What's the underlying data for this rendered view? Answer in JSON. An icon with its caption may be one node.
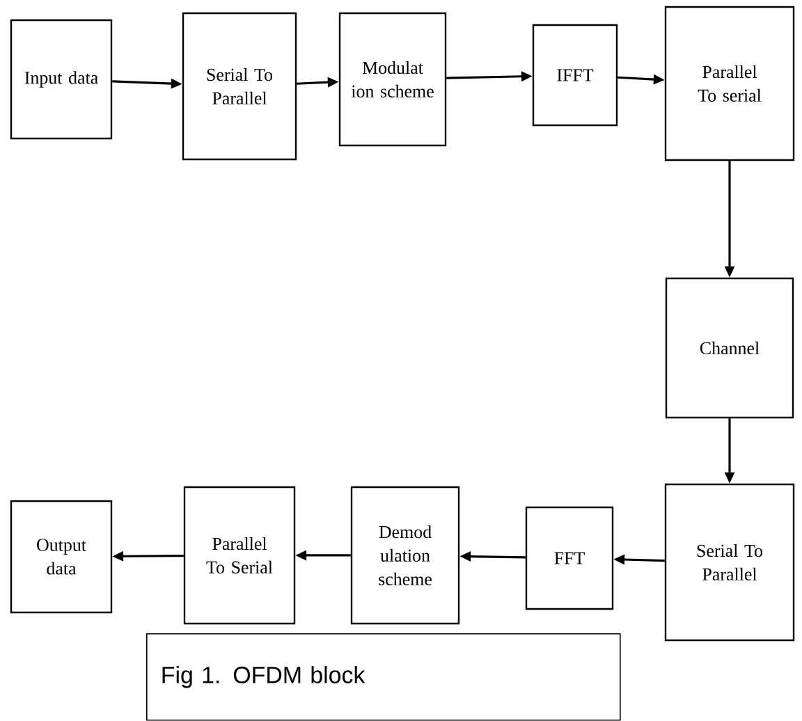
{
  "diagram": {
    "caption": "Fig 1. OFDM block",
    "nodes": [
      {
        "text": [
          "Input data"
        ]
      },
      {
        "text": [
          "Serial To Parallel"
        ]
      },
      {
        "text": [
          "Modulat ion scheme"
        ]
      },
      {
        "text": [
          "IFFT"
        ]
      },
      {
        "text": [
          "Parallel To serial"
        ]
      },
      {
        "text": [
          "Channel"
        ]
      },
      {
        "text": [
          "Serial To Parallel"
        ]
      },
      {
        "text": [
          "FFT"
        ]
      },
      {
        "text": [
          "Demod ulation scheme"
        ]
      },
      {
        "text": [
          "Parallel To Serial"
        ]
      },
      {
        "text": [
          "Output data"
        ]
      }
    ],
    "edges": [
      {
        "from": 0,
        "to": 1,
        "arrow": "to"
      },
      {
        "from": 1,
        "to": 2,
        "arrow": "to"
      },
      {
        "from": 2,
        "to": 3,
        "arrow": "to"
      },
      {
        "from": 3,
        "to": 4,
        "arrow": "to"
      },
      {
        "from": 4,
        "to": 5,
        "arrow": "to"
      },
      {
        "from": 5,
        "to": 6,
        "arrow": "to"
      },
      {
        "from": 6,
        "to": 7,
        "arrow": "to"
      },
      {
        "from": 7,
        "to": 8,
        "arrow": "to"
      },
      {
        "from": 8,
        "to": 9,
        "arrow": "to"
      },
      {
        "from": 9,
        "to": 10,
        "arrow": "to"
      }
    ]
  }
}
